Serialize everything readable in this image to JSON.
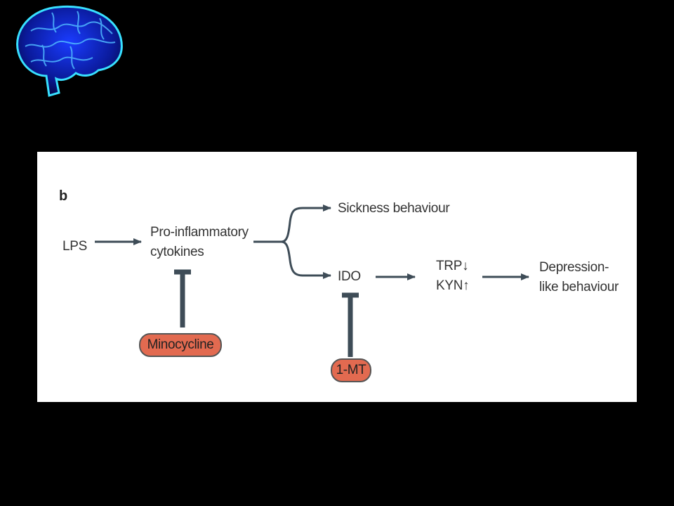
{
  "panel_label": "b",
  "nodes": {
    "lps": "LPS",
    "cytokines_line1": "Pro-inflammatory",
    "cytokines_line2": "cytokines",
    "sickness": "Sickness behaviour",
    "ido": "IDO",
    "trp": "TRP↓",
    "kyn": "KYN↑",
    "depression_line1": "Depression-",
    "depression_line2": "like behaviour"
  },
  "inhibitors": {
    "minocycline": "Minocycline",
    "one_mt": "1-MT"
  },
  "colors": {
    "background": "#000000",
    "panel": "#ffffff",
    "arrow": "#3e4c57",
    "inhibitor_fill": "#e26a50",
    "brain_glow": "#1e90ff"
  },
  "icons": {
    "logo": "brain-icon"
  }
}
